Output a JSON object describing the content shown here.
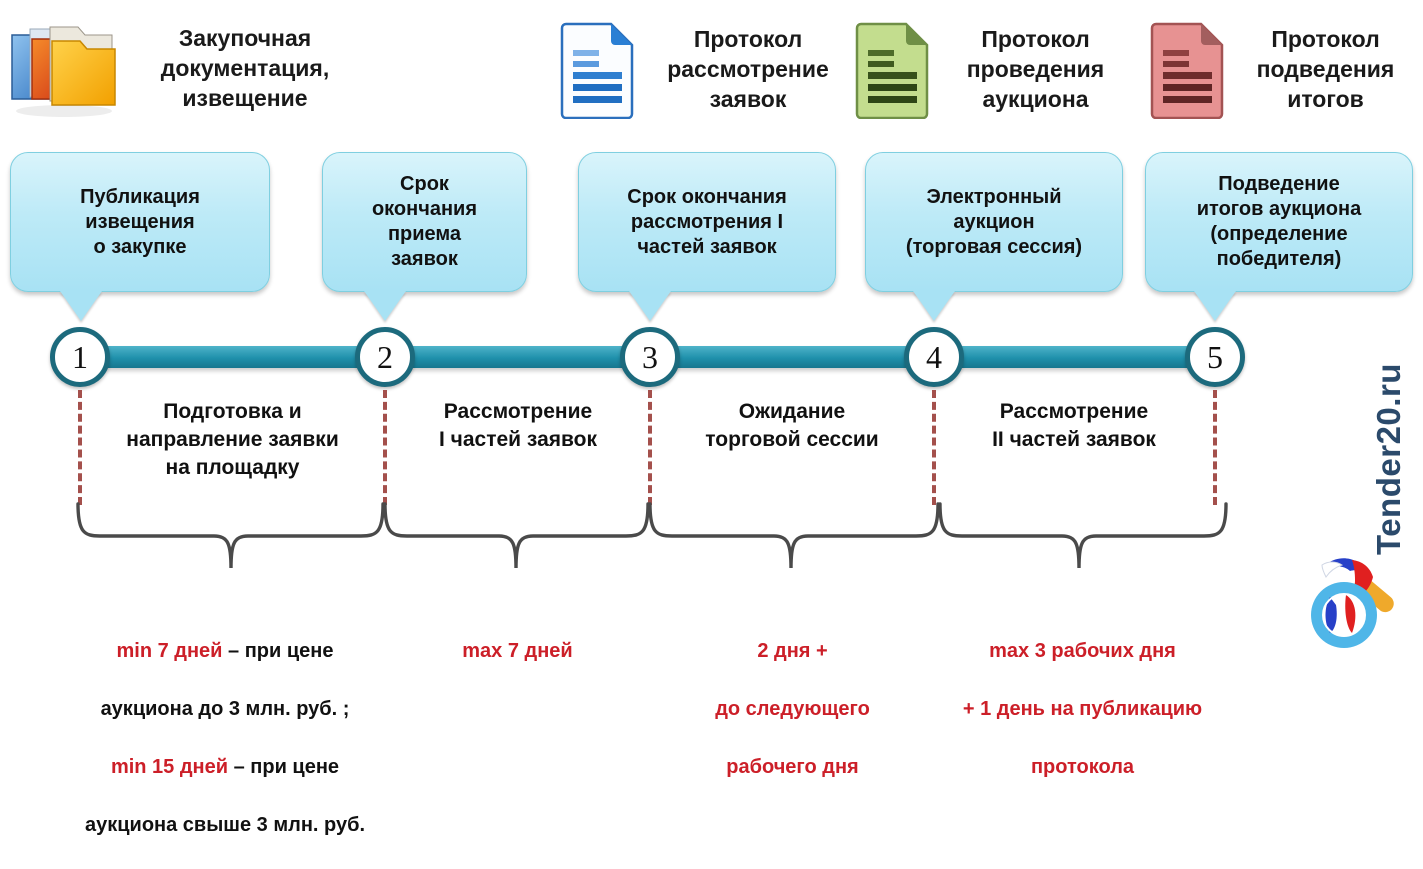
{
  "legend": {
    "items": [
      {
        "icon": "folders-icon",
        "label": "Закупочная\nдокументация,\nизвещение"
      },
      {
        "icon": "document-blue-icon",
        "label": "Протокол\nрассмотрение\nзаявок"
      },
      {
        "icon": "document-green-icon",
        "label": "Протокол\nпроведения\nаукциона"
      },
      {
        "icon": "document-red-icon",
        "label": "Протокол\nподведения\nитогов"
      }
    ]
  },
  "timeline": {
    "nodes": [
      {
        "number": "1",
        "bubble": "Публикация\nизвещения\nо закупке"
      },
      {
        "number": "2",
        "bubble": "Срок\nокончания\nприема\nзаявок"
      },
      {
        "number": "3",
        "bubble": "Срок окончания\nрассмотрения I\nчастей заявок"
      },
      {
        "number": "4",
        "bubble": "Электронный\nаукцион\n(торговая сессия)"
      },
      {
        "number": "5",
        "bubble": "Подведение\nитогов аукциона\n(определение\nпобедителя)"
      }
    ],
    "intervals": [
      {
        "label": "Подготовка и\nнаправление заявки\nна площадку"
      },
      {
        "label": "Рассмотрение\nI частей заявок"
      },
      {
        "label": "Ожидание\nторговой сессии"
      },
      {
        "label": "Рассмотрение\nII частей заявок"
      }
    ]
  },
  "durations": [
    {
      "lines": [
        [
          {
            "t": "min 7 дней",
            "c": "red"
          },
          {
            "t": " – при цене",
            "c": "black"
          }
        ],
        [
          {
            "t": "аукциона до 3 млн. руб. ;",
            "c": "black"
          }
        ],
        [
          {
            "t": "min 15 дней",
            "c": "red"
          },
          {
            "t": " – при цене",
            "c": "black"
          }
        ],
        [
          {
            "t": "аукциона свыше 3 млн. руб.",
            "c": "black"
          }
        ]
      ]
    },
    {
      "lines": [
        [
          {
            "t": "max 7 дней",
            "c": "red"
          }
        ]
      ]
    },
    {
      "lines": [
        [
          {
            "t": "2 дня +",
            "c": "red"
          }
        ],
        [
          {
            "t": "до следующего",
            "c": "red"
          }
        ],
        [
          {
            "t": "рабочего дня",
            "c": "red"
          }
        ]
      ]
    },
    {
      "lines": [
        [
          {
            "t": "max 3 рабочих дня",
            "c": "red"
          }
        ],
        [
          {
            "t": "+ 1 день на публикацию",
            "c": "red"
          }
        ],
        [
          {
            "t": "протокола",
            "c": "red"
          }
        ]
      ]
    }
  ],
  "watermark": {
    "text": "Tender20.ru",
    "icon": "magnifier-logo-icon"
  },
  "colors": {
    "bubble_fill": "#a8e2f4",
    "bubble_border": "#7fcfe0",
    "timeline_bar": "#1f90ab",
    "node_border": "#1c6a7d",
    "dash_line": "#a4504c",
    "brace": "#4a4a4a",
    "accent_red": "#cc1f28",
    "watermark_blue": "#2b4a6b"
  }
}
